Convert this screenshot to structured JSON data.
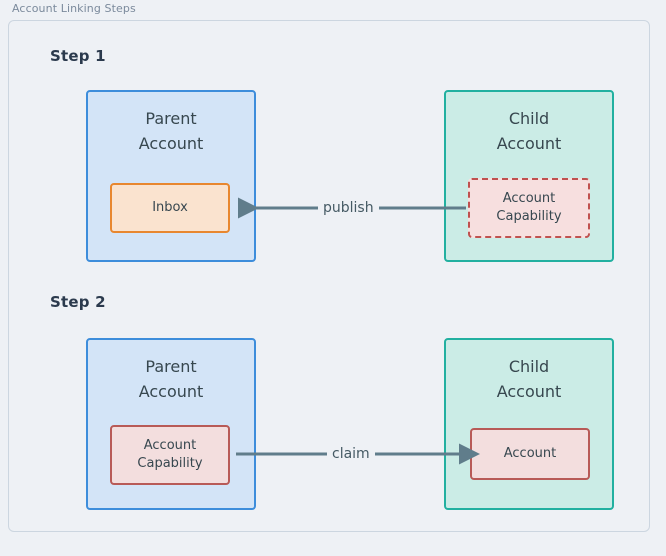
{
  "frame": {
    "title": "Account Linking Steps"
  },
  "steps": [
    {
      "label": "Step 1",
      "left_node": {
        "title": "Parent\nAccount",
        "inner": {
          "label": "Inbox",
          "style": "solid-orange"
        }
      },
      "right_node": {
        "title": "Child\nAccount",
        "inner": {
          "label": "Account\nCapability",
          "style": "dashed-red"
        }
      },
      "edge": {
        "label": "publish",
        "direction": "right-to-left"
      }
    },
    {
      "label": "Step 2",
      "left_node": {
        "title": "Parent\nAccount",
        "inner": {
          "label": "Account\nCapability",
          "style": "solid-red"
        }
      },
      "right_node": {
        "title": "Child\nAccount",
        "inner": {
          "label": "Account",
          "style": "solid-red"
        }
      },
      "edge": {
        "label": "claim",
        "direction": "left-to-right"
      }
    }
  ],
  "colors": {
    "page_background": "#eef1f5",
    "frame_border": "#ccd6e0",
    "frame_title_text": "#7b8a9c",
    "step_label_text": "#2b3a4d",
    "parent_fill": "#d3e4f7",
    "parent_border": "#3d8ddb",
    "child_fill": "#cbece6",
    "child_border": "#22b0a0",
    "inbox_fill": "#fae3cf",
    "inbox_border": "#e8872f",
    "capability_fill": "#f7dfdf",
    "capability_border": "#c0514f",
    "arrow": "#607d8b",
    "node_text": "#37474f",
    "edge_label_text": "#455a64"
  }
}
